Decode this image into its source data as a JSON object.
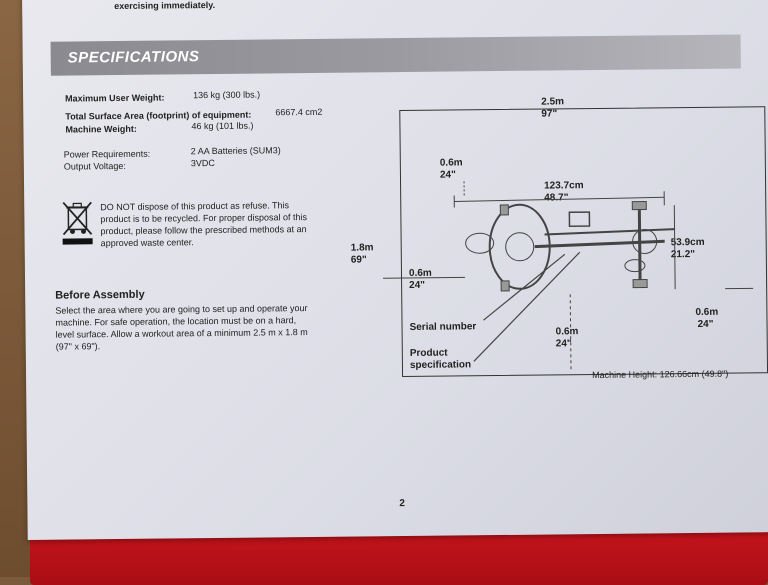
{
  "top_text": "exercising immediately.",
  "section_title": "SPECIFICATIONS",
  "specs": {
    "max_user_weight_label": "Maximum User Weight:",
    "max_user_weight_value": "136 kg (300 lbs.)",
    "surface_area_label": "Total Surface Area (footprint) of equipment:",
    "surface_area_value": "6667.4 cm2",
    "machine_weight_label": "Machine Weight:",
    "machine_weight_value": "46 kg (101 lbs.)",
    "power_label": "Power Requirements:",
    "power_value": "2 AA Batteries (SUM3)",
    "voltage_label": "Output Voltage:",
    "voltage_value": "3VDC"
  },
  "disposal": {
    "line1": "DO NOT dispose of this product as refuse. This",
    "line2": "product is to be recycled. For proper disposal of this",
    "line3": "product, please follow the prescribed methods at an",
    "line4": "approved waste center."
  },
  "assembly": {
    "title": "Before Assembly",
    "line1": "Select the area where you are going to set up and operate your",
    "line2": "machine. For safe operation, the location must be on a hard,",
    "line3": "level surface. Allow a workout area of a minimum 2.5 m x 1.8 m",
    "line4": "(97\" x 69\")."
  },
  "diagram": {
    "width_m": "2.5m",
    "width_in": "97\"",
    "top_clear_m": "0.6m",
    "top_clear_in": "24\"",
    "length_cm": "123.7cm",
    "length_in": "48.7\"",
    "height_m": "1.8m",
    "height_in": "69\"",
    "left_clear_m": "0.6m",
    "left_clear_in": "24\"",
    "depth_cm": "53.9cm",
    "depth_in": "21.2\"",
    "right_clear_m": "0.6m",
    "right_clear_in": "24\"",
    "bottom_clear_m": "0.6m",
    "bottom_clear_in": "24\"",
    "serial_label": "Serial number",
    "product_spec_line1": "Product",
    "product_spec_line2": "specification",
    "machine_height": "Machine Height: 126.66cm (49.8\")"
  },
  "page_number": "2"
}
